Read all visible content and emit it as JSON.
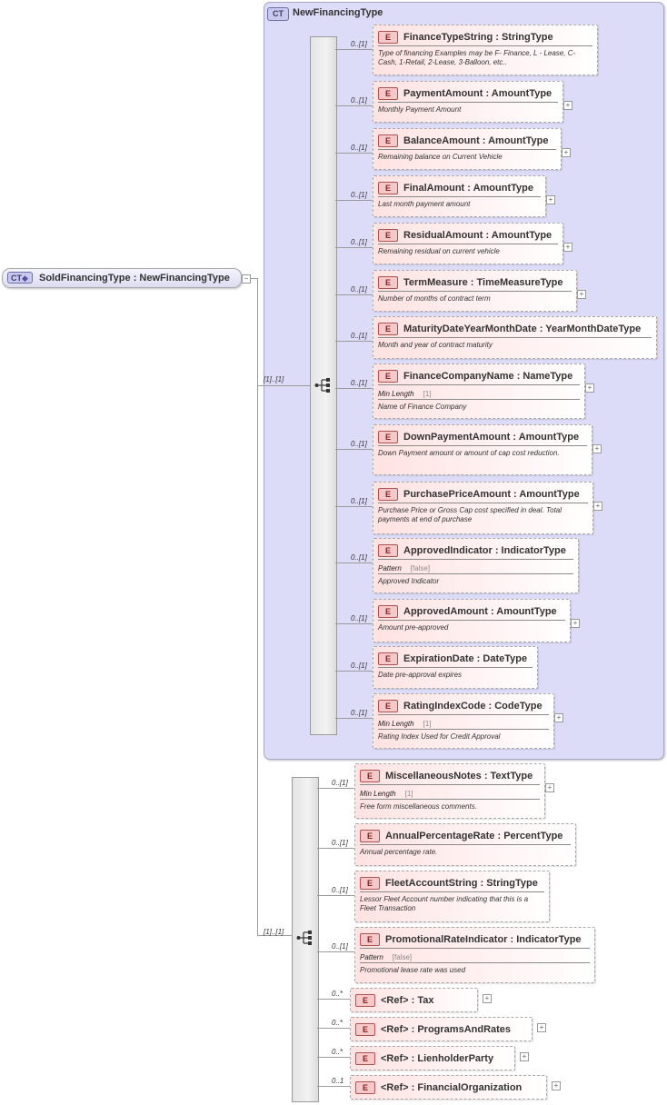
{
  "root": {
    "badge": "CT",
    "name": "SoldFinancingType",
    "type": "NewFinancingType",
    "label": "SoldFinancingType : NewFinancingType"
  },
  "complex_type": {
    "badge": "CT",
    "title": "NewFinancingType",
    "sequence_occurrence": "[1]..[1]"
  },
  "outer_sequence_occurrence": "[1]..[1]",
  "ct_elements": [
    {
      "badge": "E",
      "name": "FinanceTypeString : StringType",
      "occ": "0..[1]",
      "doc": "Type of financing Examples may be F- Finance, L - Lease, C-Cash, 1-Retail, 2-Lease, 3-Balloon, etc..",
      "facet_label": "",
      "facet_value": ""
    },
    {
      "badge": "E",
      "name": "PaymentAmount : AmountType",
      "occ": "0..[1]",
      "doc": "Monthly Payment Amount",
      "facet_label": "",
      "facet_value": ""
    },
    {
      "badge": "E",
      "name": "BalanceAmount : AmountType",
      "occ": "0..[1]",
      "doc": "Remaining balance on Current Vehicle",
      "facet_label": "",
      "facet_value": ""
    },
    {
      "badge": "E",
      "name": "FinalAmount : AmountType",
      "occ": "0..[1]",
      "doc": "Last month payment amount",
      "facet_label": "",
      "facet_value": ""
    },
    {
      "badge": "E",
      "name": "ResidualAmount : AmountType",
      "occ": "0..[1]",
      "doc": "Remaining residual on current vehicle",
      "facet_label": "",
      "facet_value": ""
    },
    {
      "badge": "E",
      "name": "TermMeasure : TimeMeasureType",
      "occ": "0..[1]",
      "doc": "Number of months of contract term",
      "facet_label": "",
      "facet_value": ""
    },
    {
      "badge": "E",
      "name": "MaturityDateYearMonthDate : YearMonthDateType",
      "occ": "0..[1]",
      "doc": "Month and year of contract maturity",
      "facet_label": "",
      "facet_value": ""
    },
    {
      "badge": "E",
      "name": "FinanceCompanyName : NameType",
      "occ": "0..[1]",
      "doc": "Name of Finance Company",
      "facet_label": "Min Length",
      "facet_value": "[1]"
    },
    {
      "badge": "E",
      "name": "DownPaymentAmount : AmountType",
      "occ": "0..[1]",
      "doc": "Down Payment amount or amount of cap cost reduction.",
      "facet_label": "",
      "facet_value": ""
    },
    {
      "badge": "E",
      "name": "PurchasePriceAmount : AmountType",
      "occ": "0..[1]",
      "doc": "Purchase Price or Gross Cap cost specified in deal. Total payments at end of purchase",
      "facet_label": "",
      "facet_value": ""
    },
    {
      "badge": "E",
      "name": "ApprovedIndicator : IndicatorType",
      "occ": "0..[1]",
      "doc": "Approved Indicator",
      "facet_label": "Pattern",
      "facet_value": "[false]"
    },
    {
      "badge": "E",
      "name": "ApprovedAmount : AmountType",
      "occ": "0..[1]",
      "doc": "Amount pre-approved",
      "facet_label": "",
      "facet_value": ""
    },
    {
      "badge": "E",
      "name": "ExpirationDate : DateType",
      "occ": "0..[1]",
      "doc": "Date pre-approval expires",
      "facet_label": "",
      "facet_value": ""
    },
    {
      "badge": "E",
      "name": "RatingIndexCode : CodeType",
      "occ": "0..[1]",
      "doc": "Rating Index Used for Credit Approval",
      "facet_label": "Min Length",
      "facet_value": "[1]"
    }
  ],
  "ext_elements": [
    {
      "badge": "E",
      "name": "MiscellaneousNotes : TextType",
      "occ": "0..[1]",
      "doc": "Free form miscellaneous comments.",
      "facet_label": "Min Length",
      "facet_value": "[1]"
    },
    {
      "badge": "E",
      "name": "AnnualPercentageRate : PercentType",
      "occ": "0..[1]",
      "doc": "Annual percentage rate.",
      "facet_label": "",
      "facet_value": ""
    },
    {
      "badge": "E",
      "name": "FleetAccountString : StringType",
      "occ": "0..[1]",
      "doc": "Lessor Fleet Account number indicating that this is a Fleet Transaction",
      "facet_label": "",
      "facet_value": ""
    },
    {
      "badge": "E",
      "name": "PromotionalRateIndicator : IndicatorType",
      "occ": "0..[1]",
      "doc": "Promotional lease rate was used",
      "facet_label": "Pattern",
      "facet_value": "[false]"
    },
    {
      "badge": "E",
      "name": "<Ref>     : Tax",
      "occ": "0..*",
      "doc": "",
      "facet_label": "",
      "facet_value": ""
    },
    {
      "badge": "E",
      "name": "<Ref>     : ProgramsAndRates",
      "occ": "0..*",
      "doc": "",
      "facet_label": "",
      "facet_value": ""
    },
    {
      "badge": "E",
      "name": "<Ref>     : LienholderParty",
      "occ": "0..*",
      "doc": "",
      "facet_label": "",
      "facet_value": ""
    },
    {
      "badge": "E",
      "name": "<Ref>     : FinancialOrganization",
      "occ": "0..1",
      "doc": "",
      "facet_label": "",
      "facet_value": ""
    }
  ]
}
